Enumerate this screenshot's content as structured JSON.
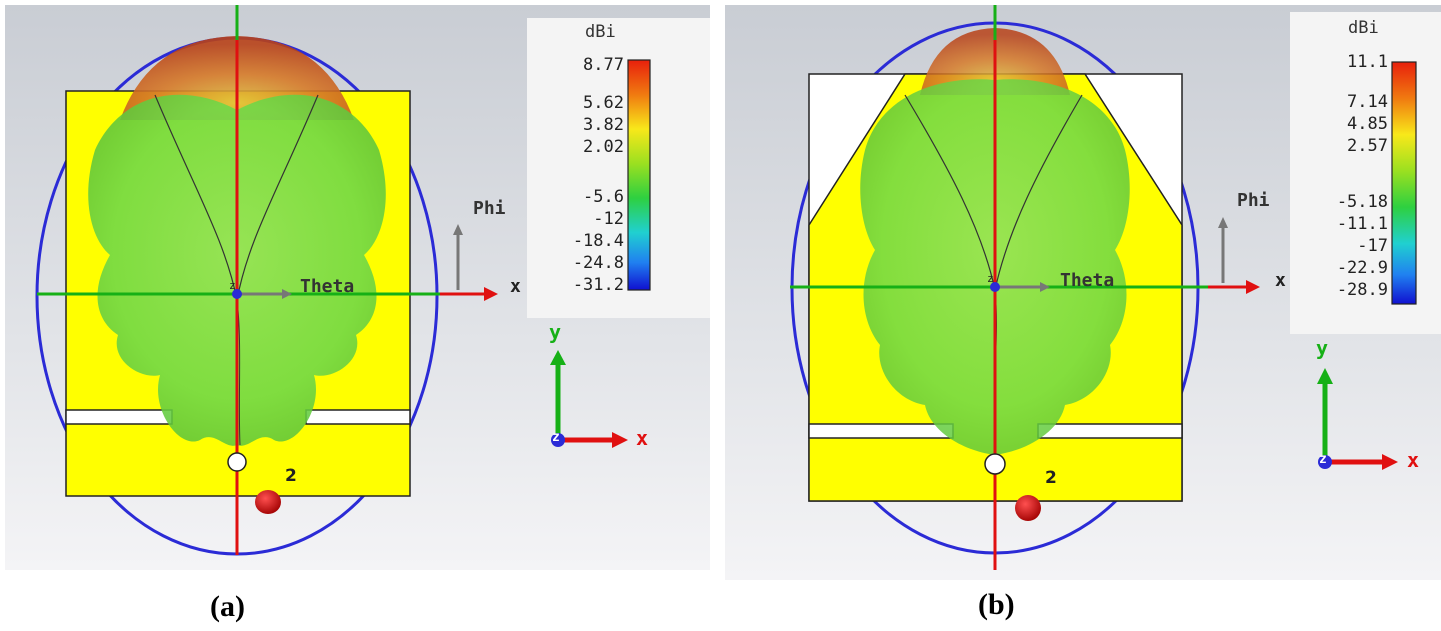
{
  "panels": [
    {
      "caption": "(a)",
      "colorbar": {
        "unit": "dBi",
        "ticks": [
          "8.77",
          "5.62",
          "3.82",
          "2.02",
          "-5.6",
          "-12",
          "-18.4",
          "-24.8",
          "-31.2"
        ]
      },
      "labels": {
        "phi": "Phi",
        "theta": "Theta",
        "x_axis": "x",
        "z": "z",
        "port": "2"
      },
      "triad": {
        "y": "y",
        "x": "x",
        "z": "z"
      }
    },
    {
      "caption": "(b)",
      "colorbar": {
        "unit": "dBi",
        "ticks": [
          "11.1",
          "7.14",
          "4.85",
          "2.57",
          "-5.18",
          "-11.1",
          "-17",
          "-22.9",
          "-28.9"
        ]
      },
      "labels": {
        "phi": "Phi",
        "theta": "Theta",
        "x_axis": "x",
        "z": "z",
        "port": "2"
      },
      "triad": {
        "y": "y",
        "x": "x",
        "z": "z"
      }
    }
  ],
  "colors": {
    "patch": "#ffff00",
    "ellipse": "#2b2bd6",
    "y_axis_red": "#e01010",
    "x_axis_green": "#16b016",
    "background": "#d7dae0"
  }
}
